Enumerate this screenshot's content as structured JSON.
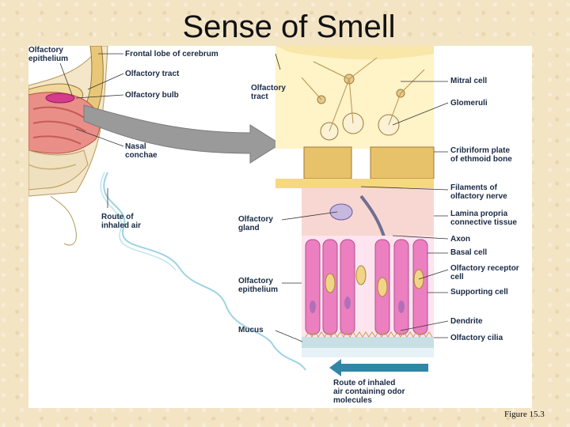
{
  "slide": {
    "title": "Sense of Smell",
    "caption": "Figure 15.3"
  },
  "labels": {
    "olfactory_epithelium_left": "Olfactory\nepithelium",
    "frontal_lobe": "Frontal lobe of cerebrum",
    "olfactory_tract_left": "Olfactory tract",
    "olfactory_bulb": "Olfactory bulb",
    "nasal_conchae": "Nasal\nconchae",
    "route_inhaled_air": "Route of\ninhaled air",
    "olfactory_tract_right": "Olfactory\ntract",
    "olfactory_gland": "Olfactory\ngland",
    "olfactory_epithelium_right": "Olfactory\nepithelium",
    "mucus": "Mucus",
    "mitral_cell": "Mitral cell",
    "glomeruli": "Glomeruli",
    "cribriform_plate": "Cribriform plate\nof ethmoid bone",
    "filaments_nerve": "Filaments of\nolfactory nerve",
    "lamina_propria": "Lamina propria\nconnective tissue",
    "axon": "Axon",
    "basal_cell": "Basal cell",
    "receptor_cell": "Olfactory receptor\ncell",
    "supporting_cell": "Supporting cell",
    "dendrite": "Dendrite",
    "olfactory_cilia": "Olfactory cilia",
    "route_odor": "Route of inhaled\nair containing odor\nmolecules"
  },
  "colors": {
    "slide_bg": "#f3e4c4",
    "bone": "#e8c878",
    "nose_tissue": "#e98f88",
    "bulb": "#d63a8a",
    "arrow_gray": "#9a9a9a",
    "air_route": "#9fd3e3",
    "cell_pink": "#ec7fc0",
    "receptor": "#f2d489",
    "arrow_teal": "#2f86a6"
  }
}
